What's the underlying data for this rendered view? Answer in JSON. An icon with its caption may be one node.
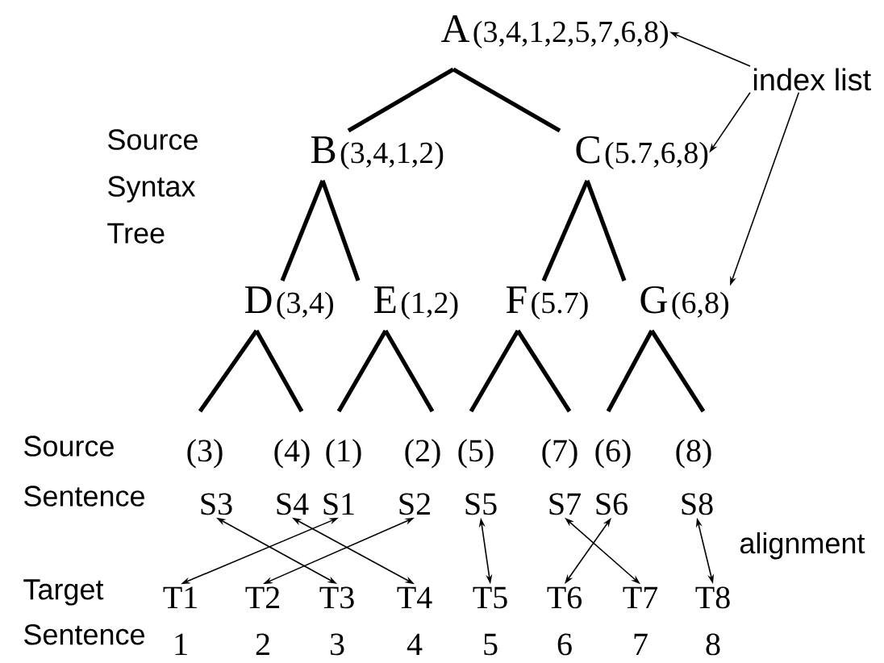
{
  "diagram": {
    "nodes": [
      {
        "text": [
          "A",
          "(3,4,1,2,5,7,6,8)"
        ]
      },
      {
        "text": [
          "B",
          "(3,4,1,2)"
        ]
      },
      {
        "text": [
          "C",
          "(5.7,6,8)"
        ]
      },
      {
        "text": [
          "D",
          "(3,4)"
        ]
      },
      {
        "text": [
          "E",
          "(1,2)"
        ]
      },
      {
        "text": [
          "F",
          "(5.7)"
        ]
      },
      {
        "text": [
          "G",
          "(6,8)"
        ]
      },
      {
        "text": [
          "(3)"
        ]
      },
      {
        "text": [
          "(4)"
        ]
      },
      {
        "text": [
          "(1)"
        ]
      },
      {
        "text": [
          "(2)"
        ]
      },
      {
        "text": [
          "(5)"
        ]
      },
      {
        "text": [
          "(7)"
        ]
      },
      {
        "text": [
          "(6)"
        ]
      },
      {
        "text": [
          "(8)"
        ]
      },
      {
        "text": [
          "S3"
        ]
      },
      {
        "text": [
          "S4"
        ]
      },
      {
        "text": [
          "S1"
        ]
      },
      {
        "text": [
          "S2"
        ]
      },
      {
        "text": [
          "S5"
        ]
      },
      {
        "text": [
          "S7"
        ]
      },
      {
        "text": [
          "S6"
        ]
      },
      {
        "text": [
          "S8"
        ]
      },
      {
        "text": [
          "T1"
        ]
      },
      {
        "text": [
          "T2"
        ]
      },
      {
        "text": [
          "T3"
        ]
      },
      {
        "text": [
          "T4"
        ]
      },
      {
        "text": [
          "T5"
        ]
      },
      {
        "text": [
          "T6"
        ]
      },
      {
        "text": [
          "T7"
        ]
      },
      {
        "text": [
          "T8"
        ]
      },
      {
        "text": [
          "index list"
        ]
      }
    ],
    "edges": [
      {
        "from": 0,
        "to": 1,
        "arrow": "none"
      },
      {
        "from": 0,
        "to": 2,
        "arrow": "none"
      },
      {
        "from": 1,
        "to": 3,
        "arrow": "none"
      },
      {
        "from": 1,
        "to": 4,
        "arrow": "none"
      },
      {
        "from": 2,
        "to": 5,
        "arrow": "none"
      },
      {
        "from": 2,
        "to": 6,
        "arrow": "none"
      },
      {
        "from": 3,
        "to": 7,
        "arrow": "none"
      },
      {
        "from": 3,
        "to": 8,
        "arrow": "none"
      },
      {
        "from": 4,
        "to": 9,
        "arrow": "none"
      },
      {
        "from": 4,
        "to": 10,
        "arrow": "none"
      },
      {
        "from": 5,
        "to": 11,
        "arrow": "none"
      },
      {
        "from": 5,
        "to": 12,
        "arrow": "none"
      },
      {
        "from": 6,
        "to": 13,
        "arrow": "none"
      },
      {
        "from": 6,
        "to": 14,
        "arrow": "none"
      },
      {
        "from": 15,
        "to": 25,
        "arrow": "both"
      },
      {
        "from": 16,
        "to": 26,
        "arrow": "both"
      },
      {
        "from": 17,
        "to": 23,
        "arrow": "both"
      },
      {
        "from": 18,
        "to": 24,
        "arrow": "both"
      },
      {
        "from": 19,
        "to": 27,
        "arrow": "both"
      },
      {
        "from": 20,
        "to": 29,
        "arrow": "both"
      },
      {
        "from": 21,
        "to": 28,
        "arrow": "both"
      },
      {
        "from": 22,
        "to": 30,
        "arrow": "both"
      },
      {
        "from": 31,
        "to": 0,
        "arrow": "to"
      },
      {
        "from": 31,
        "to": 2,
        "arrow": "to"
      },
      {
        "from": 31,
        "to": 6,
        "arrow": "to"
      }
    ],
    "labels": [
      "Source Syntax Tree",
      "Source Sentence",
      "alignment",
      "Target Sentence",
      "1",
      "2",
      "3",
      "4",
      "5",
      "6",
      "7",
      "8"
    ]
  }
}
